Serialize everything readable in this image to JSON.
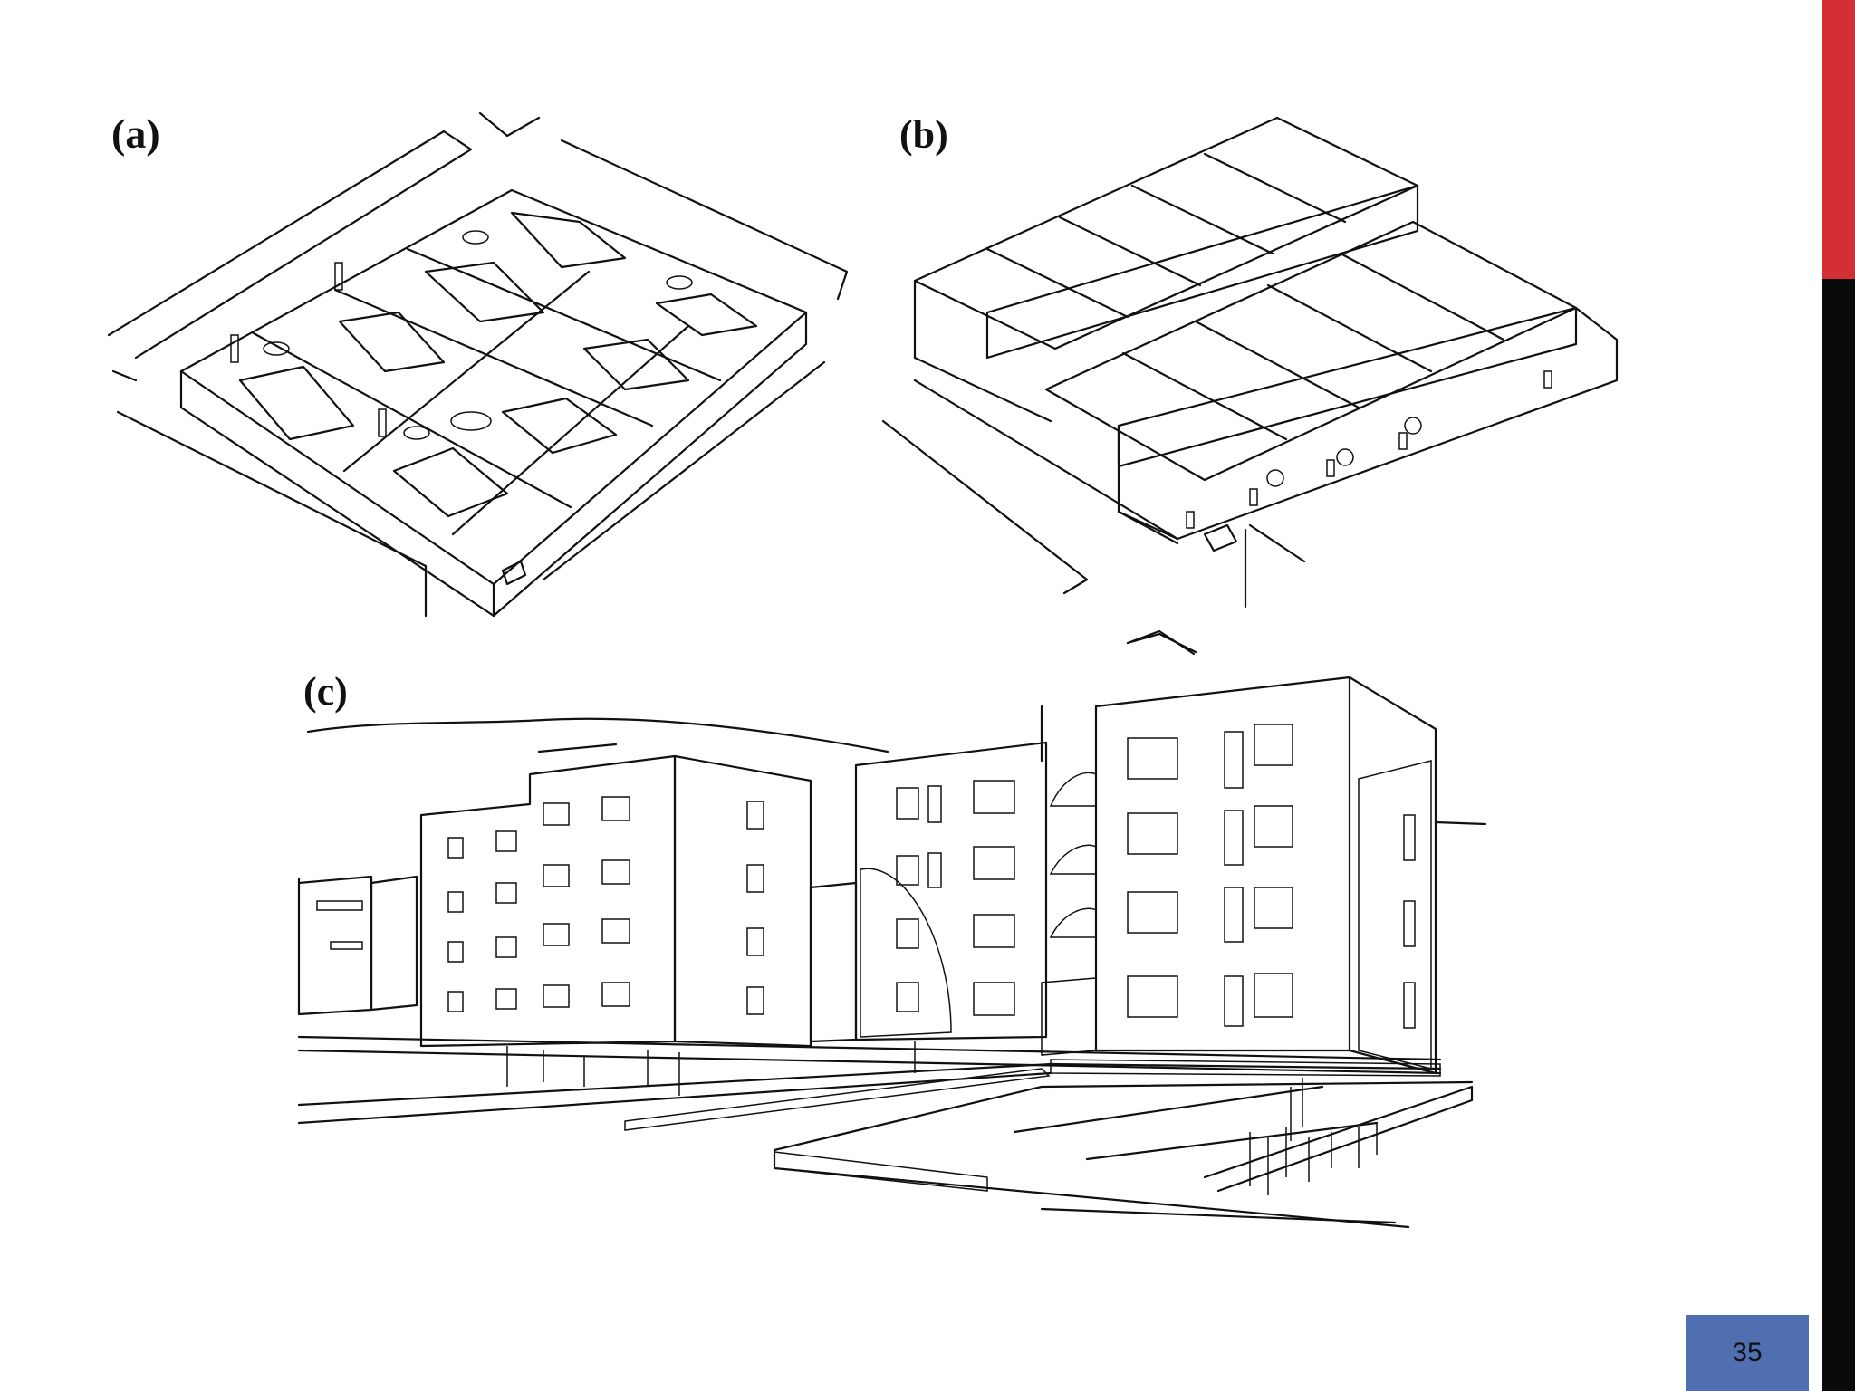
{
  "figure": {
    "labels": {
      "a": "(a)",
      "b": "(b)",
      "c": "(c)"
    }
  },
  "page_number": "35",
  "colors": {
    "accent_red": "#d32f35",
    "accent_black": "#0a0a0a",
    "page_box": "#4f6fb0"
  }
}
